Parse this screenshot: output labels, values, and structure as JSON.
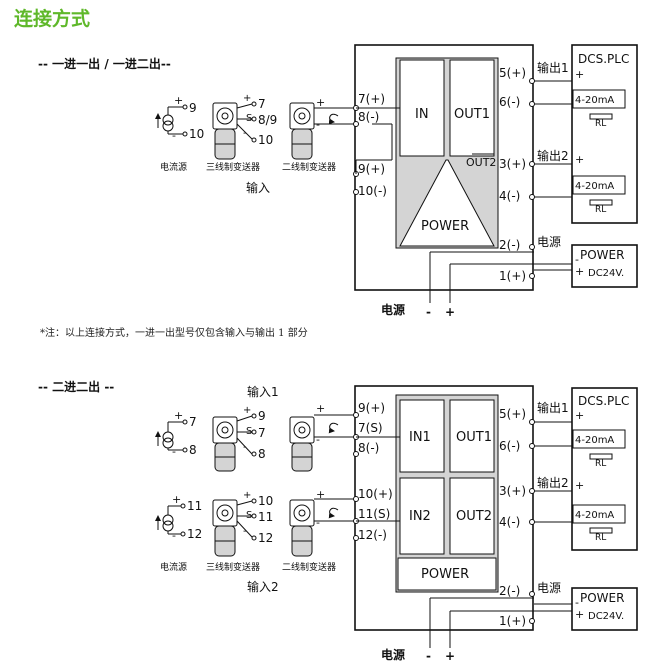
{
  "heading": "连接方式",
  "note": "*注：以上连接方式，一进一出型号仅包含输入与输出 1 部分",
  "d1": {
    "mode": "-- 一进一出 / 一进二出--",
    "src": {
      "p": "9",
      "n": "10",
      "lbl": "电流源"
    },
    "tx3": {
      "a": "7",
      "b": "8/9",
      "c": "10",
      "lbl": "三线制变送器"
    },
    "tx2": {
      "lbl": "二线制变送器"
    },
    "input_lbl": "输入",
    "terms_in": [
      "7(+)",
      "8(-)",
      "9(+)",
      "10(-)"
    ],
    "in": "IN",
    "out1": "OUT1",
    "out2": "OUT2",
    "power": "POWER",
    "terms_out": [
      "5(+)",
      "6(-)",
      "3(+)",
      "4(-)"
    ],
    "terms_pwr": [
      "2(-)",
      "1(+)"
    ],
    "out1_lbl": "输出1",
    "out2_lbl": "输出2",
    "pwr_lbl": "电源",
    "dcs": "DCS.PLC",
    "ma": "4-20mA",
    "rl": "RL",
    "psu": "POWER",
    "psu_v": "DC24V.",
    "bottom": "电源",
    "minus": "-",
    "plus": "+"
  },
  "d2": {
    "mode": "-- 二进二出 --",
    "in1_lbl": "输入1",
    "in2_lbl": "输入2",
    "src1": {
      "p": "7",
      "n": "8"
    },
    "tx3_1": {
      "a": "9",
      "b": "7",
      "c": "8"
    },
    "src2": {
      "p": "11",
      "n": "12"
    },
    "tx3_2": {
      "a": "10",
      "b": "11",
      "c": "12"
    },
    "lbl_src": "电流源",
    "lbl_tx3": "三线制变送器",
    "lbl_tx2": "二线制变送器",
    "terms_in": [
      "9(+)",
      "7(S)",
      "8(-)",
      "10(+)",
      "11(S)",
      "12(-)"
    ],
    "in1": "IN1",
    "in2": "IN2",
    "out1": "OUT1",
    "out2": "OUT2",
    "power": "POWER",
    "terms_out": [
      "5(+)",
      "6(-)",
      "3(+)",
      "4(-)"
    ],
    "terms_pwr": [
      "2(-)",
      "1(+)"
    ],
    "out1_lbl": "输出1",
    "out2_lbl": "输出2",
    "pwr_lbl": "电源",
    "dcs": "DCS.PLC",
    "ma": "4-20mA",
    "rl": "RL",
    "psu": "POWER",
    "psu_v": "DC24V.",
    "bottom": "电源",
    "minus": "-",
    "plus": "+"
  },
  "sign": {
    "plus": "+",
    "minus": "-",
    "s": "S"
  }
}
